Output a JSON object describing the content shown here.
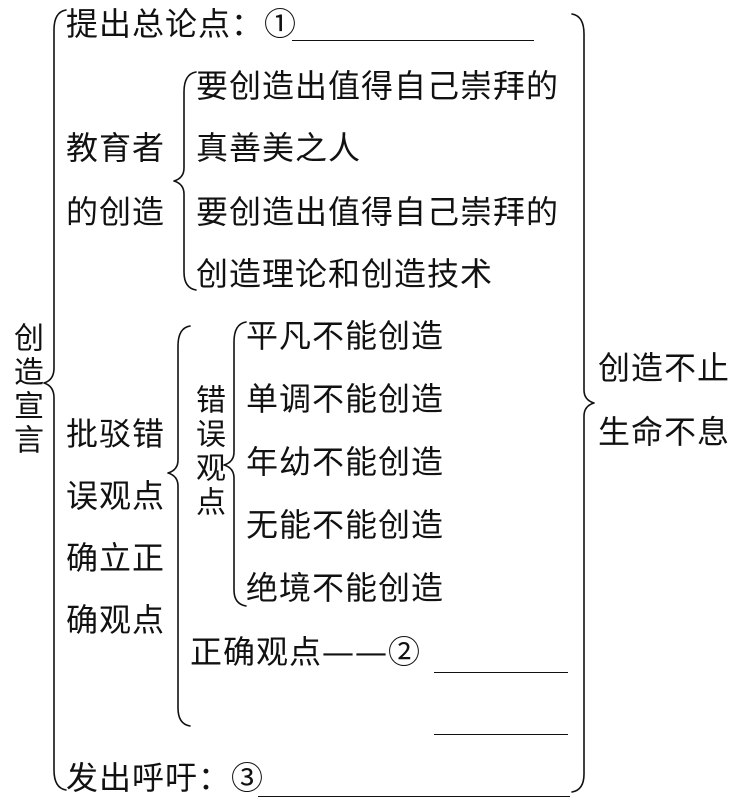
{
  "root_label": "创造宣言",
  "thesis": {
    "label": "提出总论点：①"
  },
  "educator": {
    "label_line1": "教育者",
    "label_line2": "的创造",
    "items": [
      "要创造出值得自己崇拜的",
      "真善美之人",
      "要创造出值得自己崇拜的",
      "创造理论和创造技术"
    ]
  },
  "refute": {
    "label_lines": [
      "批驳错",
      "误观点",
      "确立正",
      "确观点"
    ],
    "wrong": {
      "label": "错误观点",
      "items": [
        "平凡不能创造",
        "单调不能创造",
        "年幼不能创造",
        "无能不能创造",
        "绝境不能创造"
      ]
    },
    "correct": {
      "label": "正确观点——②"
    }
  },
  "call": {
    "label": "发出呼吁：③"
  },
  "conclusion": {
    "line1": "创造不止",
    "line2": "生命不息"
  }
}
